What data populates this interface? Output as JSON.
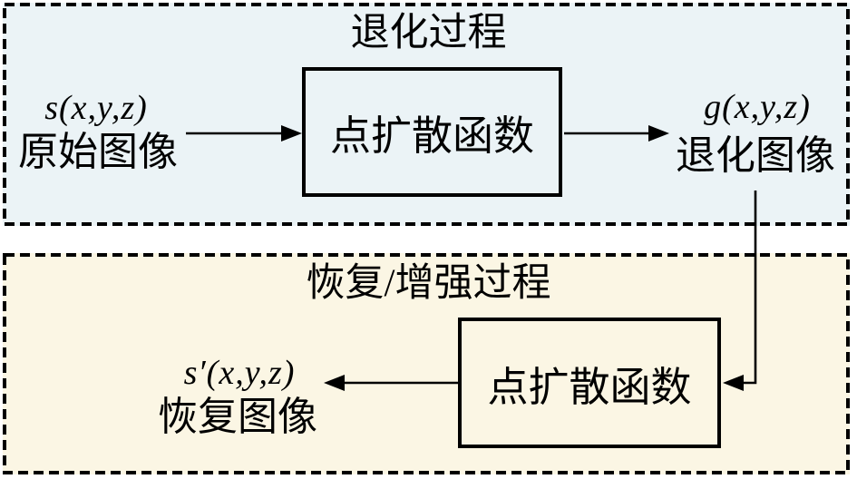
{
  "colors": {
    "canvas_bg": "#ffffff",
    "top_bg": "#ebf3f6",
    "bottom_bg": "#fbf6e4",
    "line": "#000000"
  },
  "top_panel": {
    "title": "退化过程",
    "input_formula": "s(x,y,z)",
    "input_label": "原始图像",
    "box_label": "点扩散函数",
    "output_formula": "g(x,y,z)",
    "output_label": "退化图像"
  },
  "bottom_panel": {
    "title": "恢复/增强过程",
    "box_label": "点扩散函数",
    "output_formula": "s′(x,y,z)",
    "output_label": "恢复图像"
  }
}
